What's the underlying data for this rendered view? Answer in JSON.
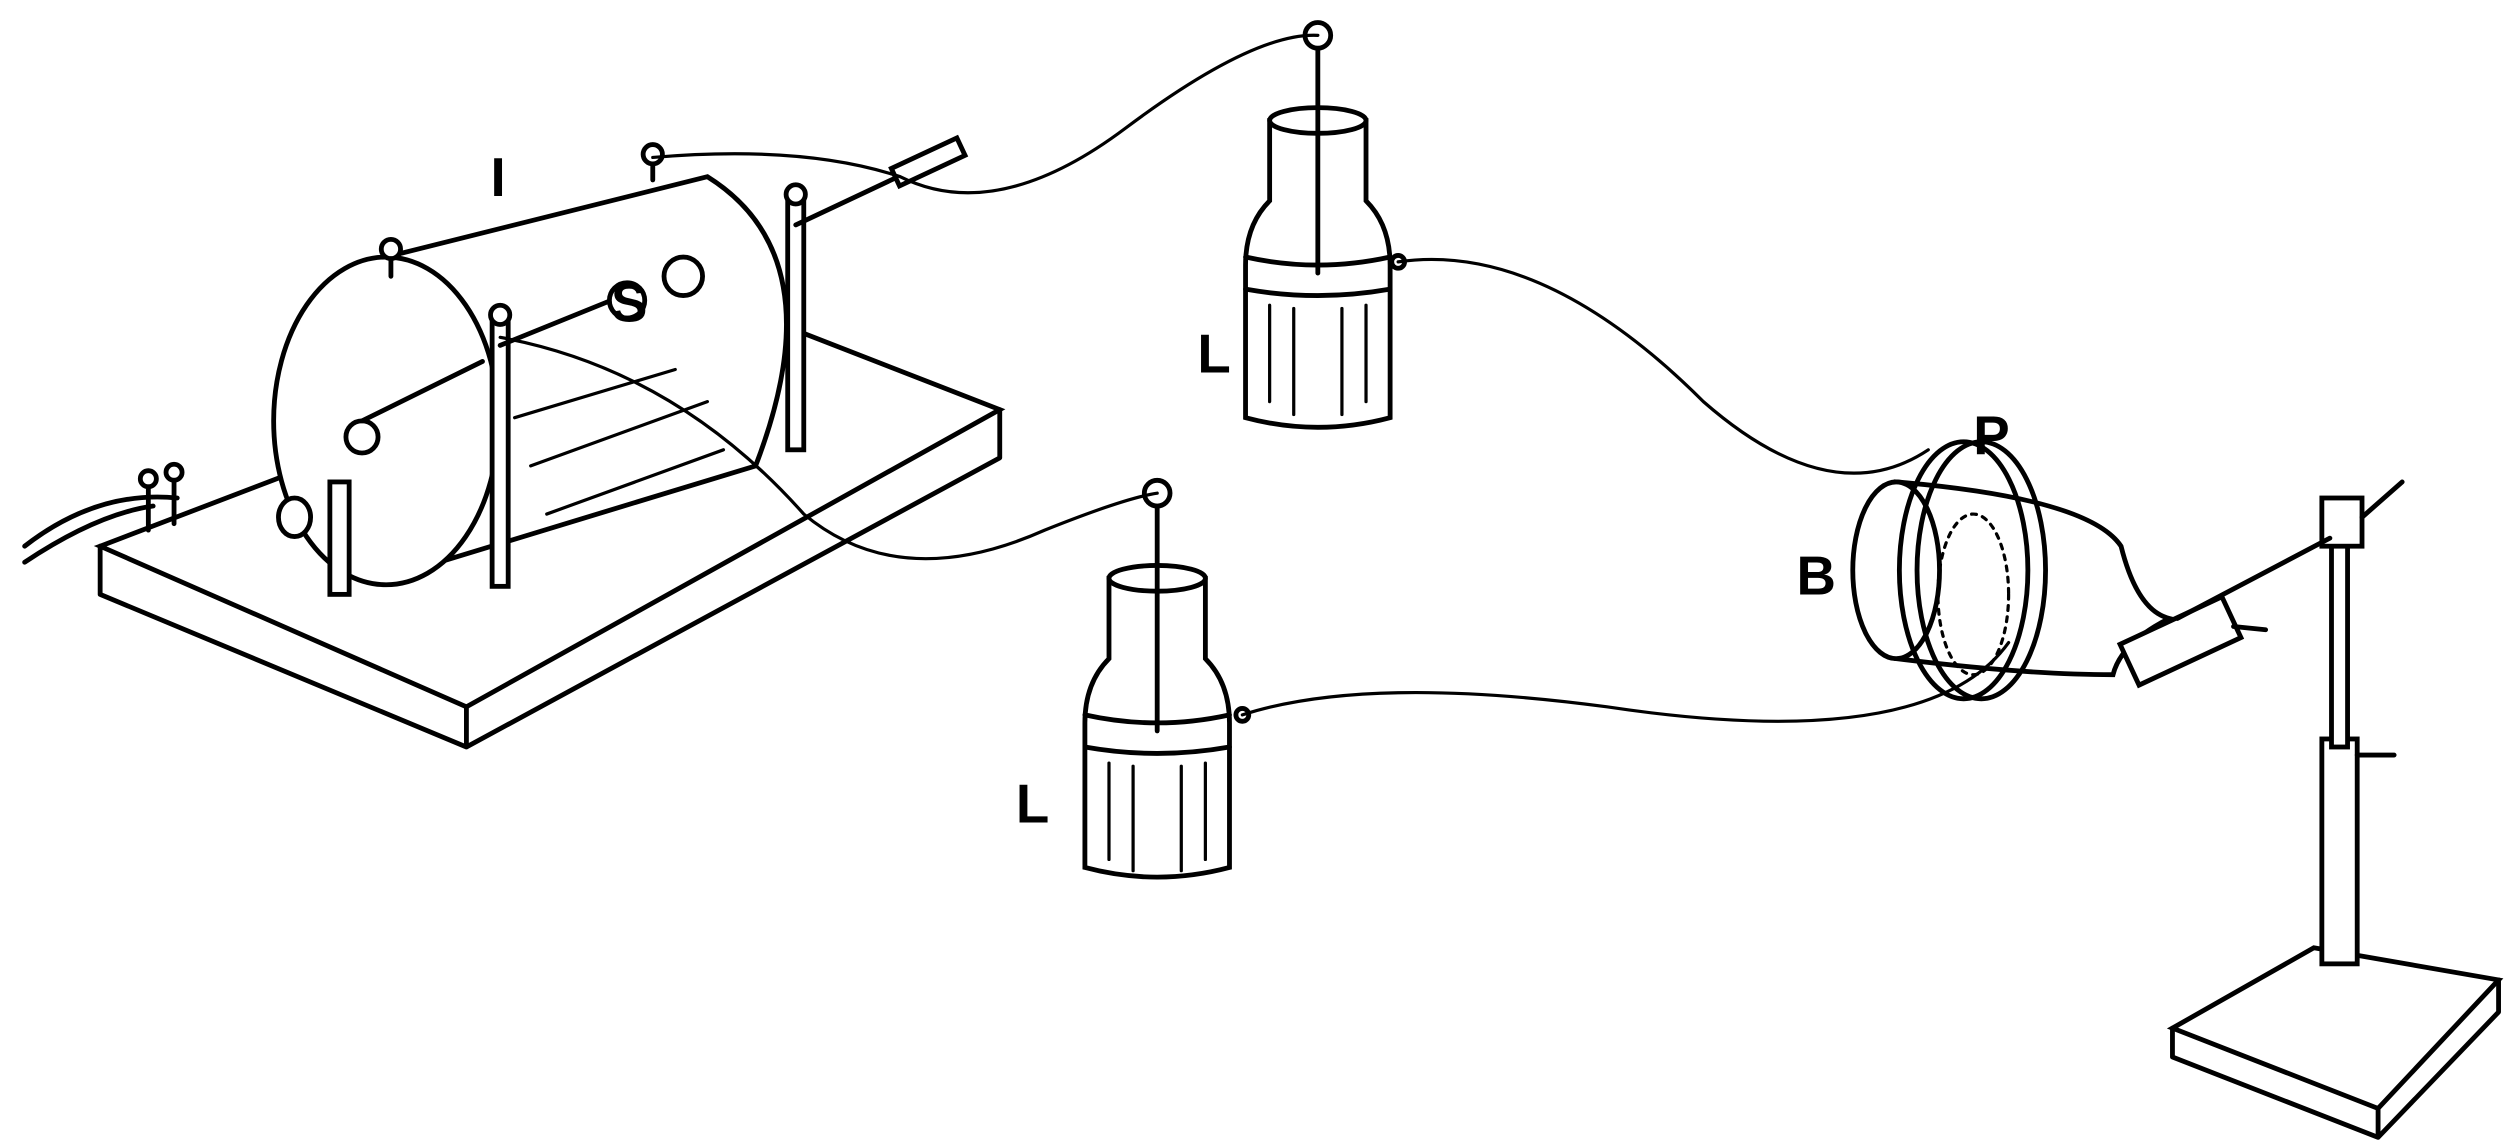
{
  "labels": {
    "induction_coil": "I",
    "spark_gap": "S",
    "leyden_jar_upper": "L",
    "leyden_jar_lower": "L",
    "primary_coil": "P",
    "secondary_bulb": "B"
  }
}
